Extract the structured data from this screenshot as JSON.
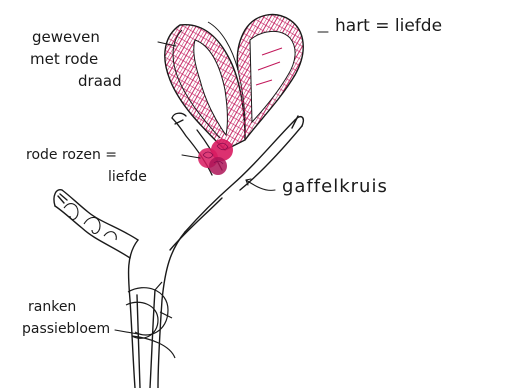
{
  "labels": {
    "heart": "hart = liefde",
    "woven_line1": "geweven",
    "woven_line2": "met rode",
    "woven_line3": "draad",
    "roses_line1": "rode rozen =",
    "roses_line2": "liefde",
    "fork": "gaffelkruis",
    "tendrils_line1": "ranken",
    "tendrils_line2": "passiebloem"
  },
  "colors": {
    "ink": "#1a1a1a",
    "red_thread": "#c2185b",
    "rose_fill": "#d81b60"
  }
}
